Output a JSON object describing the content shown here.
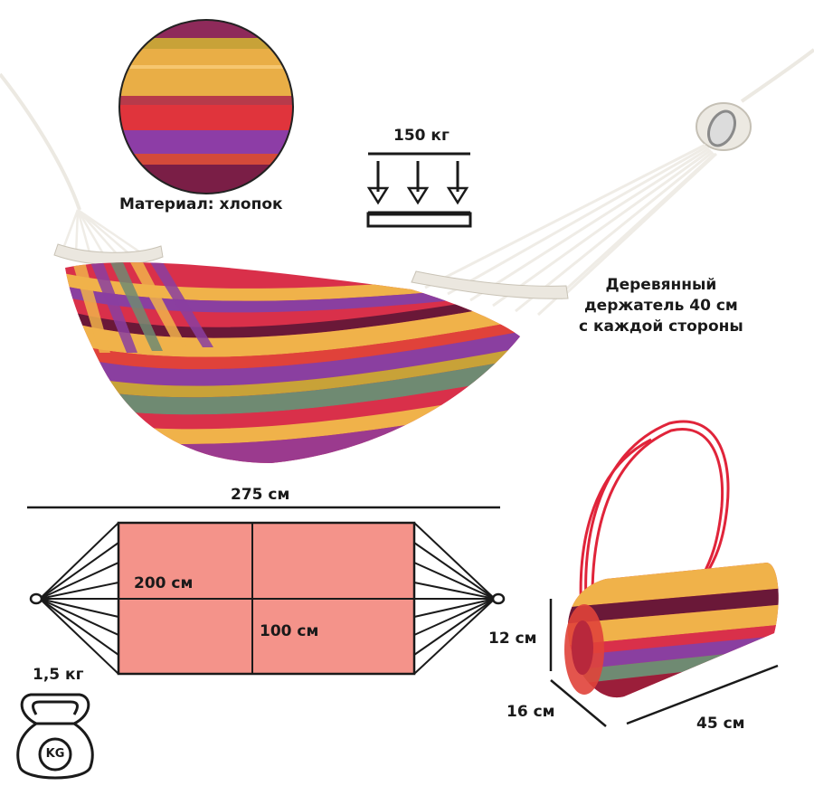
{
  "labels": {
    "material": "Материал: хлопок",
    "load": "150 кг",
    "holder_line1": "Деревянный",
    "holder_line2": "держатель 40 см",
    "holder_line3": "с каждой стороны",
    "total_length": "275 см",
    "bed_length": "200 см",
    "bed_width": "100 см",
    "weight": "1,5 кг",
    "kettlebell_mark": "KG",
    "bag_height": "12 см",
    "bag_depth": "16 см",
    "bag_length": "45 см"
  },
  "colors": {
    "bed_fill": "#f4938a",
    "stripe_red": "#d9304a",
    "stripe_yellow": "#f0b24a",
    "stripe_purple": "#8a3fa0",
    "stripe_maroon": "#6a1838",
    "stripe_green": "#6f8a72",
    "rope": "#f3f1ec",
    "bag_strap": "#e0243a"
  }
}
